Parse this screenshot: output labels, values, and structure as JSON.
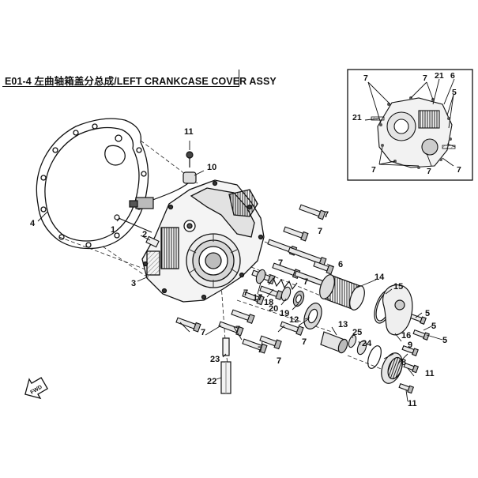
{
  "title": "E01-4 左曲轴箱盖分总成/LEFT CRANKCASE COVER  ASSY",
  "fwd_label": "FWD",
  "callouts": [
    {
      "id": "c1",
      "text": "11"
    },
    {
      "id": "c2",
      "text": "10"
    },
    {
      "id": "c3",
      "text": "4"
    },
    {
      "id": "c4",
      "text": "1"
    },
    {
      "id": "c5",
      "text": "2"
    },
    {
      "id": "c6",
      "text": "3"
    },
    {
      "id": "c7",
      "text": "7"
    },
    {
      "id": "c8",
      "text": "7"
    },
    {
      "id": "c9",
      "text": "7"
    },
    {
      "id": "c10",
      "text": "6"
    },
    {
      "id": "c11",
      "text": "14"
    },
    {
      "id": "c12",
      "text": "15"
    },
    {
      "id": "c13",
      "text": "7"
    },
    {
      "id": "c14",
      "text": "17"
    },
    {
      "id": "c15",
      "text": "18"
    },
    {
      "id": "c16",
      "text": "20"
    },
    {
      "id": "c17",
      "text": "19"
    },
    {
      "id": "c18",
      "text": "12"
    },
    {
      "id": "c19",
      "text": "7"
    },
    {
      "id": "c20",
      "text": "7"
    },
    {
      "id": "c21",
      "text": "13"
    },
    {
      "id": "c22",
      "text": "25"
    },
    {
      "id": "c23",
      "text": "24"
    },
    {
      "id": "c24",
      "text": "16"
    },
    {
      "id": "c25",
      "text": "5"
    },
    {
      "id": "c26",
      "text": "5"
    },
    {
      "id": "c27",
      "text": "5"
    },
    {
      "id": "c28",
      "text": "8"
    },
    {
      "id": "c29",
      "text": "9"
    },
    {
      "id": "c30",
      "text": "11"
    },
    {
      "id": "c31",
      "text": "11"
    },
    {
      "id": "c32",
      "text": "7"
    },
    {
      "id": "c33",
      "text": "7"
    },
    {
      "id": "c34",
      "text": "23"
    },
    {
      "id": "c35",
      "text": "22"
    },
    {
      "id": "c36",
      "text": "7"
    },
    {
      "id": "c37",
      "text": "7"
    }
  ],
  "inset_callouts": [
    {
      "id": "i1",
      "text": "7"
    },
    {
      "id": "i2",
      "text": "7"
    },
    {
      "id": "i3",
      "text": "21"
    },
    {
      "id": "i4",
      "text": "6"
    },
    {
      "id": "i5",
      "text": "5"
    },
    {
      "id": "i6",
      "text": "21"
    },
    {
      "id": "i7",
      "text": "7"
    },
    {
      "id": "i8",
      "text": "7"
    },
    {
      "id": "i9",
      "text": "7"
    }
  ]
}
